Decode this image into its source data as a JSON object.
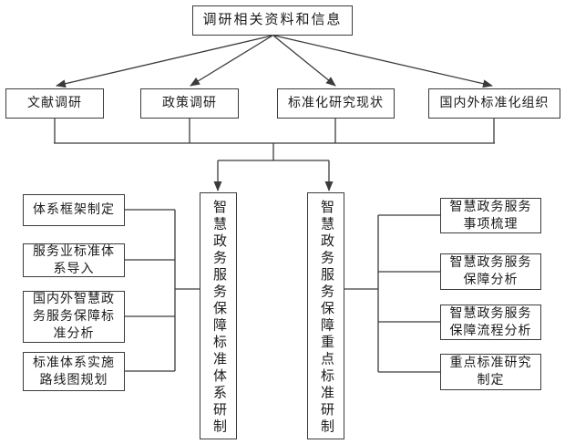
{
  "diagram": {
    "title": "research-data-flowchart",
    "root": {
      "label": "调研相关资料和信息"
    },
    "row2": [
      {
        "label": "文献调研"
      },
      {
        "label": "政策调研"
      },
      {
        "label": "标准化研究现状"
      },
      {
        "label": "国内外标准化组织"
      }
    ],
    "left": [
      {
        "label": "体系框架制定"
      },
      {
        "label": "服务业标准体系导入"
      },
      {
        "label": "国内外智慧政务服务保障标准分析"
      },
      {
        "label": "标准体系实施路线图规划"
      }
    ],
    "center": [
      {
        "label": "智慧政务服务保障标准体系研制"
      },
      {
        "label": "智慧政务服务保障重点标准研制"
      }
    ],
    "right": [
      {
        "label": "智慧政务服务事项梳理"
      },
      {
        "label": "智慧政务服务保障分析"
      },
      {
        "label": "智慧政务服务保障流程分析"
      },
      {
        "label": "重点标准研究制定"
      }
    ],
    "colors": {
      "line": "#3b3b3b",
      "box_border": "#3b3b3b",
      "text": "#1b1b1b",
      "background": "#ffffff"
    }
  }
}
